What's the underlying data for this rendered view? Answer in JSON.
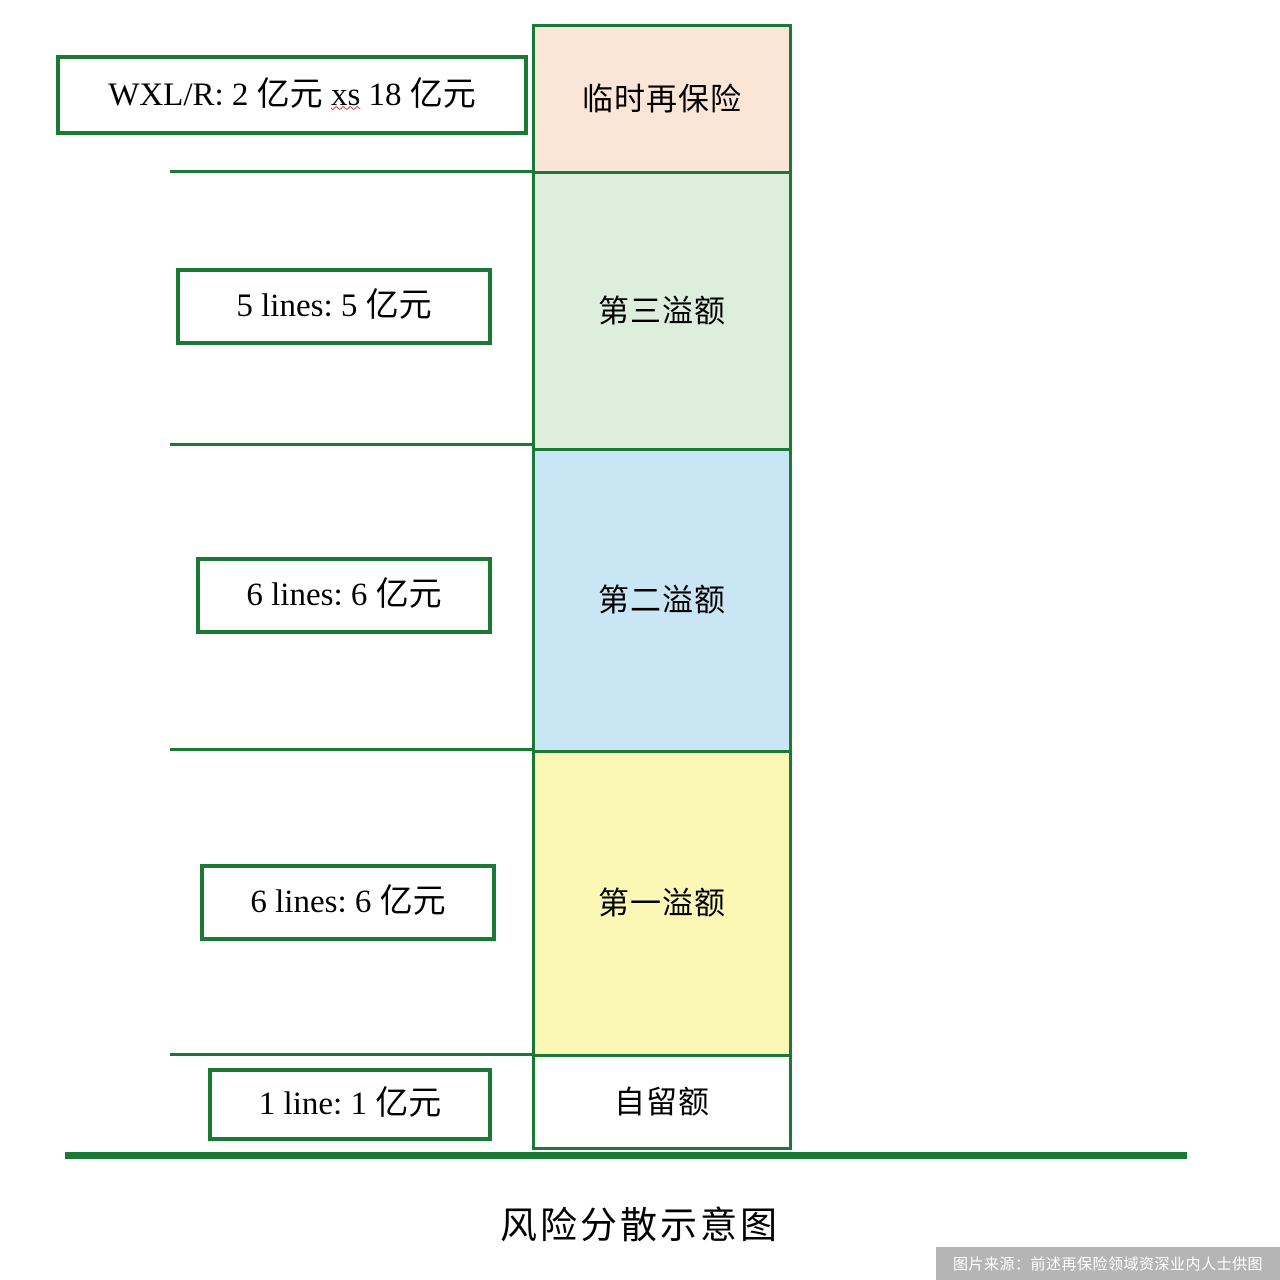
{
  "diagram": {
    "caption": "风险分散示意图",
    "accent_color": "#1a7a35",
    "layers": [
      {
        "label": "临时再保险",
        "fill": "#fbe5d6",
        "note": {
          "prefix": "WXL/R: 2 亿元 ",
          "squiggle": "xs",
          "suffix": " 18 亿元"
        }
      },
      {
        "label": "第三溢额",
        "fill": "#ddeedd",
        "note": {
          "text": "5 lines:  5 亿元"
        }
      },
      {
        "label": "第二溢额",
        "fill": "#c9e6f5",
        "note": {
          "text": "6 lines:  6 亿元"
        }
      },
      {
        "label": "第一溢额",
        "fill": "#fbf8b6",
        "note": {
          "text": "6 lines:  6 亿元"
        }
      },
      {
        "label": "自留额",
        "fill": "#ffffff",
        "note": {
          "text": "1 line:  1 亿元"
        }
      }
    ]
  },
  "watermark": {
    "text": "图片来源：前述再保险领域资深业内人士供图",
    "background": "#b5b5b5",
    "color": "#ffffff"
  }
}
